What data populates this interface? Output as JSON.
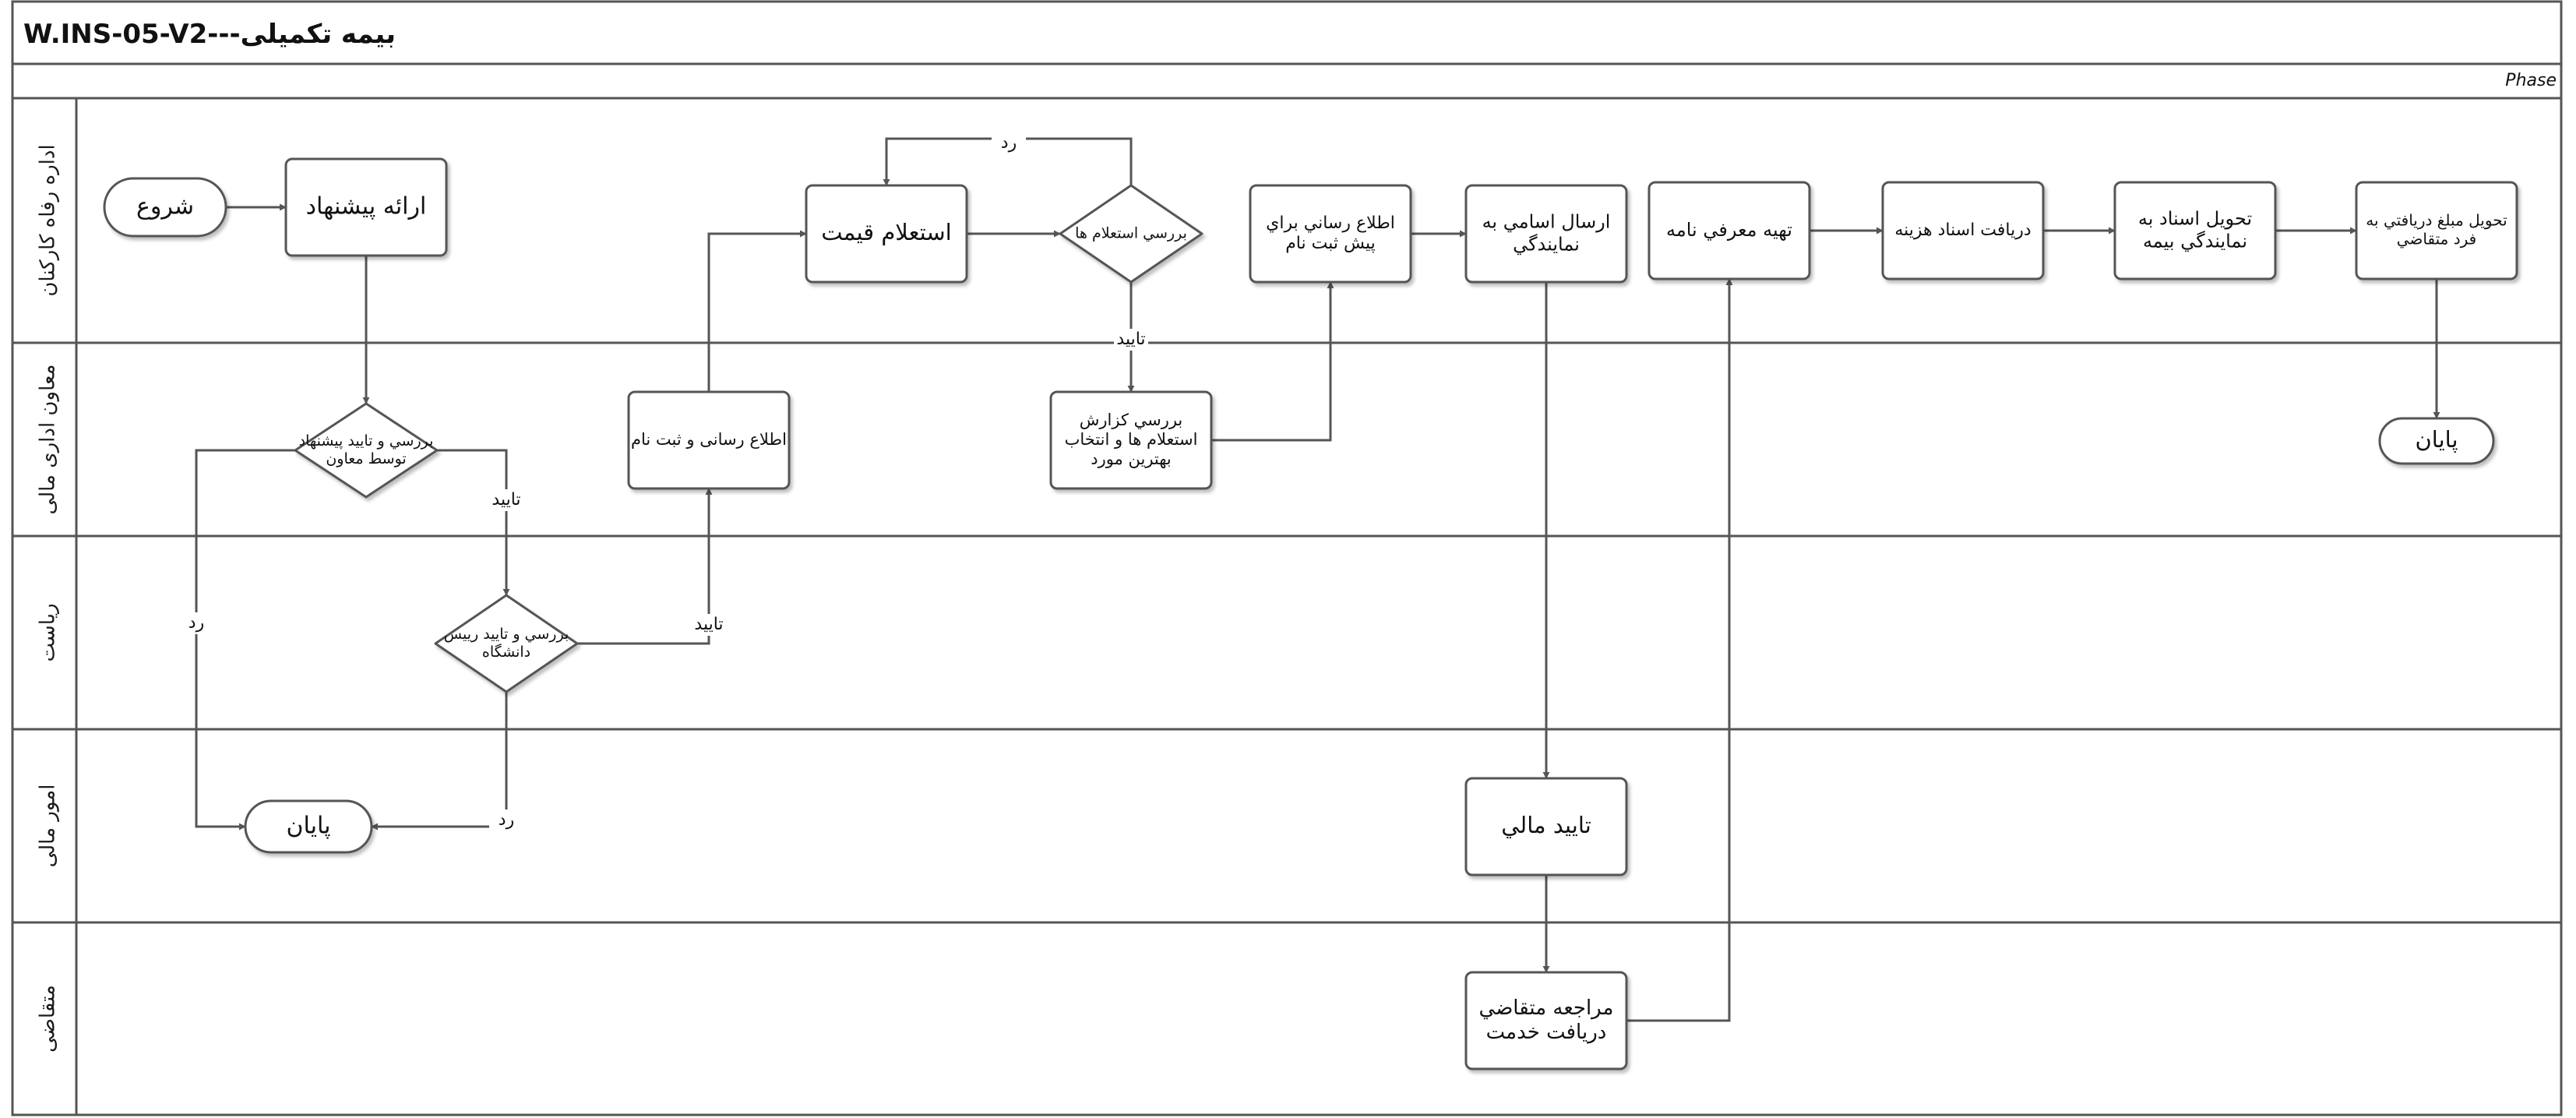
{
  "title": "W.INS-05-V2---بیمه تکمیلی",
  "phase_label": "Phase",
  "lanes": [
    {
      "id": "l1",
      "label": "اداره رفاه کارکنان"
    },
    {
      "id": "l2",
      "label": "معاون اداری مالی"
    },
    {
      "id": "l3",
      "label": "ریاست"
    },
    {
      "id": "l4",
      "label": "امور مالی"
    },
    {
      "id": "l5",
      "label": "متقاضی"
    }
  ],
  "nodes": [
    {
      "id": "start",
      "type": "terminal",
      "lines": [
        "شروع"
      ]
    },
    {
      "id": "propose",
      "type": "process",
      "lines": [
        "ارائه پیشنهاد"
      ]
    },
    {
      "id": "vp_review",
      "type": "decision",
      "lines": [
        "بررسي و تاييد پيشنهاد",
        "توسط معاون"
      ]
    },
    {
      "id": "end_fin",
      "type": "terminal",
      "lines": [
        "پایان"
      ]
    },
    {
      "id": "pres_review",
      "type": "decision",
      "lines": [
        "بررسي و تاييد رييس",
        "دانشگاه"
      ]
    },
    {
      "id": "notify_reg",
      "type": "process",
      "lines": [
        "اطلاع رسانی و ثبت نام"
      ]
    },
    {
      "id": "price_inq",
      "type": "process",
      "lines": [
        "استعلام قیمت"
      ]
    },
    {
      "id": "inq_review",
      "type": "decision",
      "lines": [
        "بررسي استعلام ها"
      ]
    },
    {
      "id": "report_review",
      "type": "process",
      "lines": [
        "بررسي کزارش",
        "استعلام ها و انتخاب",
        "بهترين مورد"
      ]
    },
    {
      "id": "notify_prereg",
      "type": "process",
      "lines": [
        "اطلاع رساني براي",
        "پيش ثبت نام"
      ]
    },
    {
      "id": "send_names",
      "type": "process",
      "lines": [
        "ارسال اسامي به",
        "نمايندگي"
      ]
    },
    {
      "id": "fin_approval",
      "type": "process",
      "lines": [
        "تاييد مالي"
      ]
    },
    {
      "id": "applicant_visit",
      "type": "process",
      "lines": [
        "مراجعه متقاضي",
        "دريافت خدمت"
      ]
    },
    {
      "id": "intro_letter",
      "type": "process",
      "lines": [
        "تهيه معرفي نامه"
      ]
    },
    {
      "id": "receive_docs",
      "type": "process",
      "lines": [
        "دريافت اسناد هزينه"
      ]
    },
    {
      "id": "deliver_docs",
      "type": "process",
      "lines": [
        "تحويل اسناد به",
        "نمايندگي بيمه"
      ]
    },
    {
      "id": "pay_amount",
      "type": "process",
      "lines": [
        "تحويل مبلغ دريافتي به",
        "فرد متقاضي"
      ]
    },
    {
      "id": "end_main",
      "type": "terminal",
      "lines": [
        "پایان"
      ]
    }
  ],
  "edges": [
    {
      "from": "start",
      "to": "propose",
      "label": ""
    },
    {
      "from": "propose",
      "to": "vp_review",
      "label": ""
    },
    {
      "from": "vp_review",
      "to": "pres_review",
      "label": "تاييد"
    },
    {
      "from": "vp_review",
      "to": "end_fin",
      "label": "رد"
    },
    {
      "from": "pres_review",
      "to": "end_fin",
      "label": "رد"
    },
    {
      "from": "pres_review",
      "to": "notify_reg",
      "label": "تاييد"
    },
    {
      "from": "notify_reg",
      "to": "price_inq",
      "label": ""
    },
    {
      "from": "price_inq",
      "to": "inq_review",
      "label": ""
    },
    {
      "from": "inq_review",
      "to": "price_inq",
      "label": "رد"
    },
    {
      "from": "inq_review",
      "to": "report_review",
      "label": "تاييد"
    },
    {
      "from": "report_review",
      "to": "notify_prereg",
      "label": ""
    },
    {
      "from": "notify_prereg",
      "to": "send_names",
      "label": ""
    },
    {
      "from": "send_names",
      "to": "fin_approval",
      "label": ""
    },
    {
      "from": "fin_approval",
      "to": "applicant_visit",
      "label": ""
    },
    {
      "from": "applicant_visit",
      "to": "intro_letter",
      "label": ""
    },
    {
      "from": "intro_letter",
      "to": "receive_docs",
      "label": ""
    },
    {
      "from": "receive_docs",
      "to": "deliver_docs",
      "label": ""
    },
    {
      "from": "deliver_docs",
      "to": "pay_amount",
      "label": ""
    },
    {
      "from": "pay_amount",
      "to": "end_main",
      "label": ""
    }
  ]
}
